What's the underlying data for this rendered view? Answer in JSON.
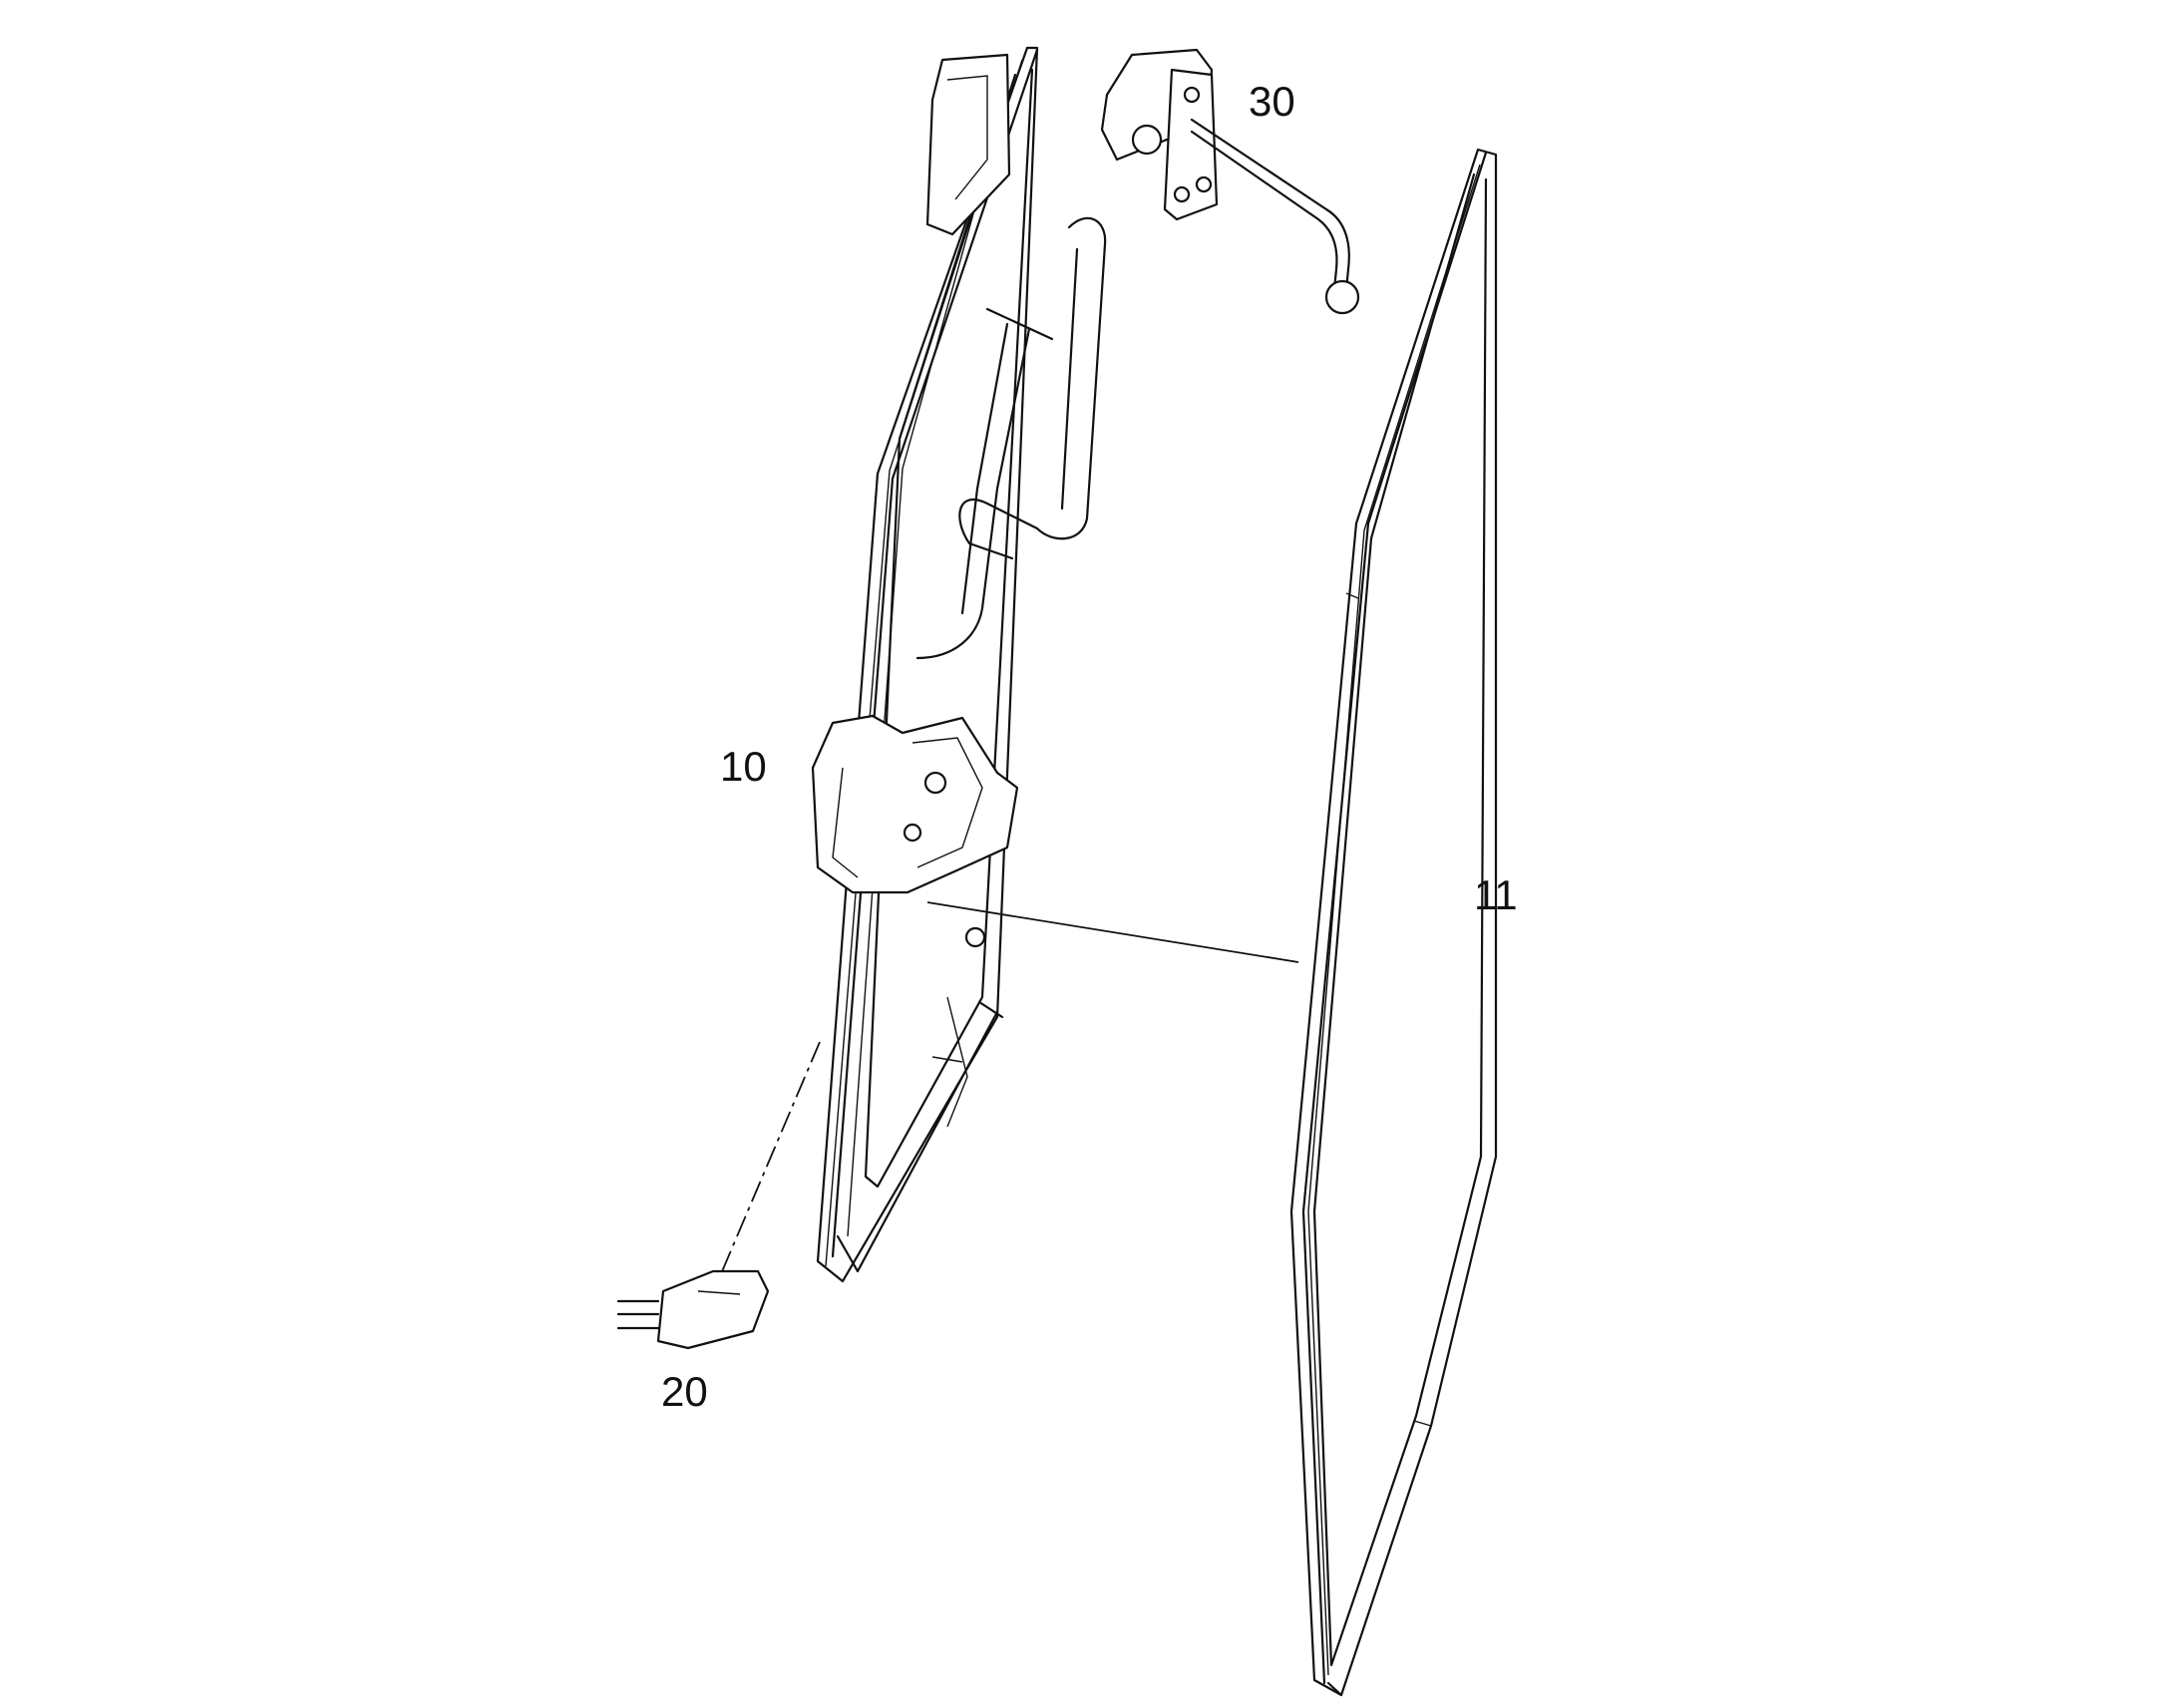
{
  "callouts": {
    "door_frame": "10",
    "window_seal": "11",
    "switch": "20",
    "hinge_rod": "30"
  }
}
